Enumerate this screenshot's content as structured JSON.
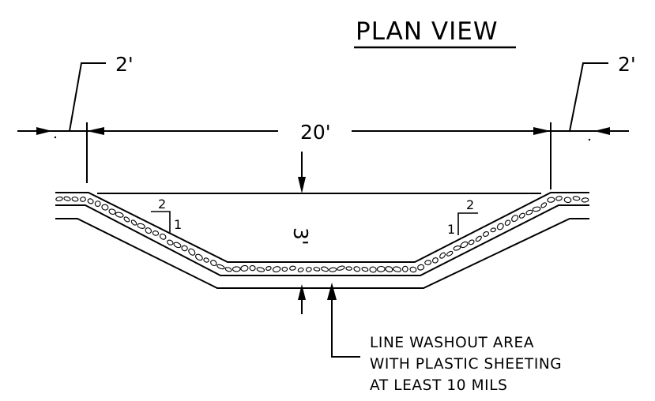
{
  "diagram": {
    "title": "PLAN VIEW",
    "dimensions": {
      "left_offset": "2'",
      "right_offset": "2'",
      "width": "20'",
      "depth": "3'"
    },
    "slopes": {
      "left": {
        "run": "2",
        "rise": "1"
      },
      "right": {
        "run": "2",
        "rise": "1"
      }
    },
    "note": {
      "line1": "LINE WASHOUT AREA",
      "line2": "WITH PLASTIC SHEETING",
      "line3": "AT LEAST 10 MILS"
    }
  }
}
